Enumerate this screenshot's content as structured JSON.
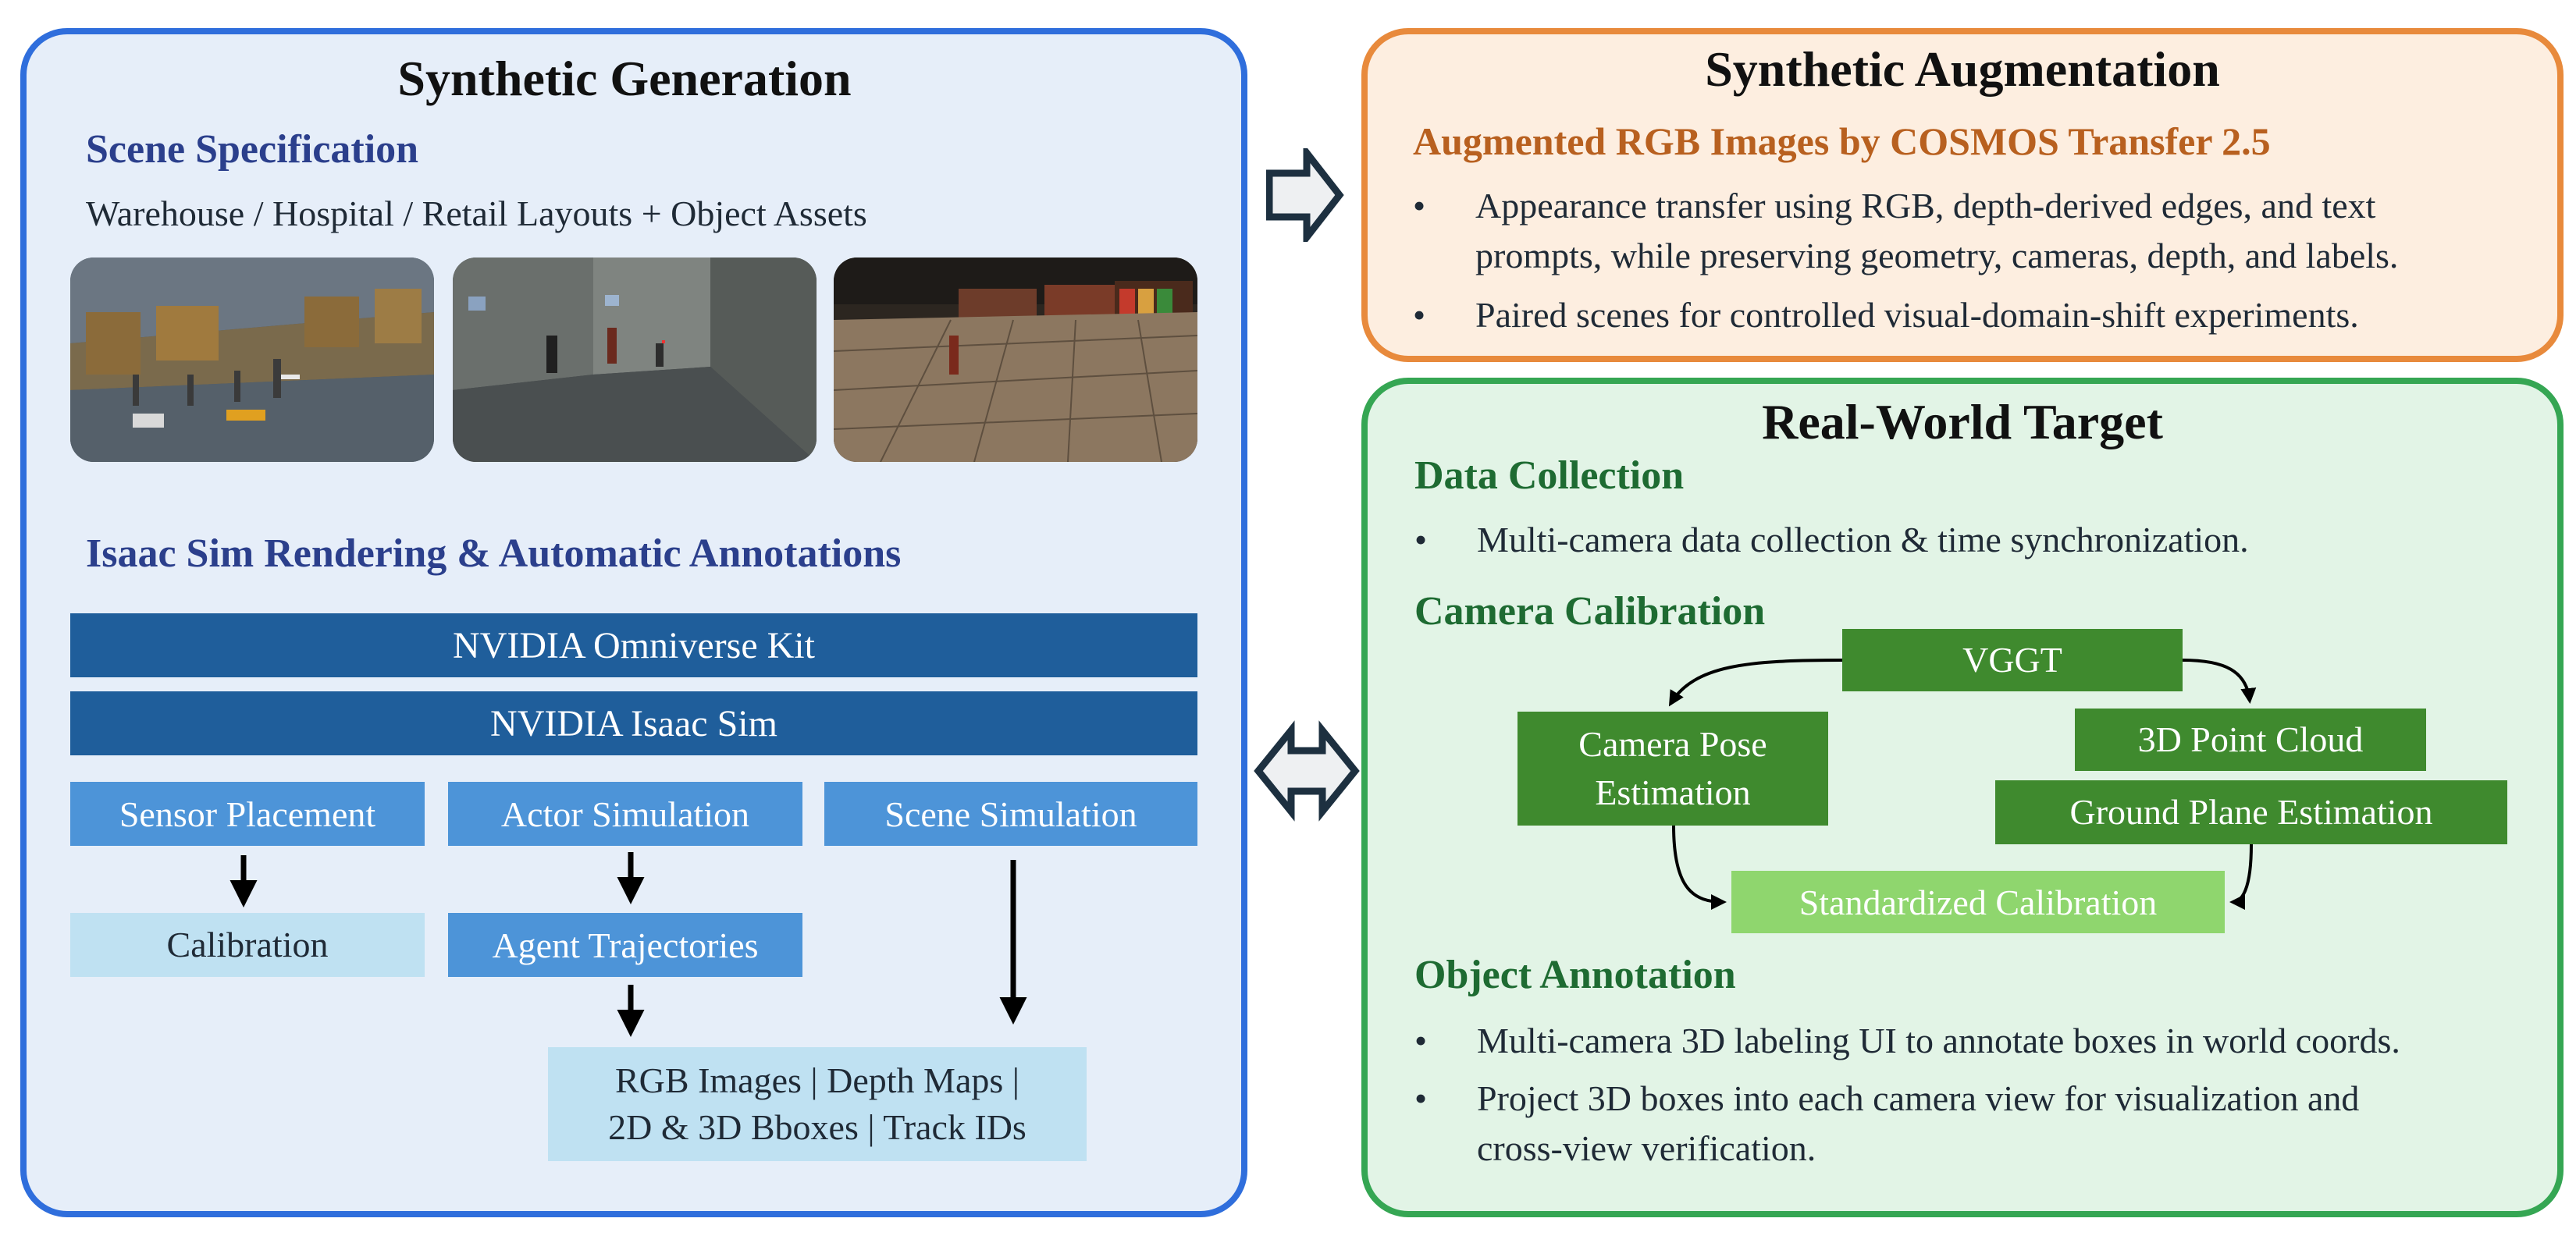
{
  "synthetic_generation": {
    "title": "Synthetic Generation",
    "scene_spec": {
      "heading": "Scene Specification",
      "subtitle": "Warehouse / Hospital / Retail Layouts + Object Assets",
      "thumbnails": [
        "warehouse-scene",
        "hospital-scene",
        "retail-scene"
      ]
    },
    "rendering": {
      "heading": "Isaac Sim Rendering & Automatic Annotations",
      "kit": "NVIDIA Omniverse Kit",
      "isaac": "NVIDIA Isaac Sim",
      "sensor": "Sensor Placement",
      "actor": "Actor Simulation",
      "scene": "Scene Simulation",
      "calibration": "Calibration",
      "trajectories": "Agent Trajectories",
      "outputs_line1": "RGB Images | Depth Maps |",
      "outputs_line2": "2D & 3D Bboxes | Track IDs"
    }
  },
  "synthetic_augmentation": {
    "title": "Synthetic Augmentation",
    "heading": "Augmented RGB Images by COSMOS Transfer 2.5",
    "bullet_symbol": "•",
    "bullets": [
      {
        "line1": "Appearance transfer using RGB, depth-derived edges, and text",
        "line2": "prompts, while preserving geometry, cameras, depth, and labels."
      },
      {
        "line1": "Paired scenes for controlled visual-domain-shift experiments."
      }
    ]
  },
  "real_world": {
    "title": "Real-World Target",
    "data_collection": {
      "heading": "Data Collection",
      "bullet": "Multi-camera data collection & time synchronization."
    },
    "calibration": {
      "heading": "Camera Calibration",
      "vggt": "VGGT",
      "pose_line1": "Camera Pose",
      "pose_line2": "Estimation",
      "point_cloud": "3D Point Cloud",
      "ground_plane": "Ground Plane Estimation",
      "standardized": "Standardized Calibration"
    },
    "annotation": {
      "heading": "Object Annotation",
      "bullet1": "Multi-camera 3D labeling UI to annotate boxes in world coords.",
      "bullet2_line1": "Project 3D boxes into each camera view for visualization and",
      "bullet2_line2": "cross-view verification."
    }
  },
  "colors": {
    "generation_border": "#2f6edc",
    "augmentation_border": "#e88a3c",
    "real_world_border": "#35a653",
    "dark_blue_bar": "#1f5e9b",
    "green_box": "#3f8a2e"
  },
  "icons": [
    "right-block-arrow-icon",
    "double-headed-arrow-icon"
  ]
}
